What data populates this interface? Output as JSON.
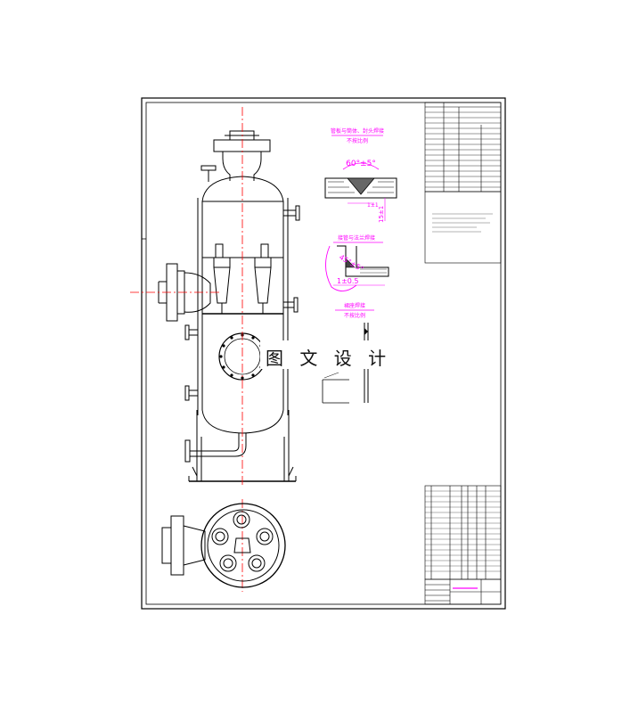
{
  "watermark": {
    "text": "图 文 设 计"
  },
  "detail_weld_butt": {
    "title": "管板与筒体、封头焊接",
    "scale": "不按比例",
    "angle": "60°±5°",
    "gap": "1±1",
    "height": "15±1"
  },
  "detail_weld_fillet": {
    "title": "接管与法兰焊接",
    "angle": "45°±5°",
    "gap": "1±0.5"
  },
  "detail_support": {
    "title": "裙座焊接",
    "scale": "不按比例"
  },
  "colors": {
    "line": "#000000",
    "centerline": "#ff0000",
    "annotation": "#ff00ff",
    "weld_fill": "#666666"
  },
  "icons": [
    "weld-symbol-icon",
    "flange-icon",
    "nozzle-icon"
  ]
}
